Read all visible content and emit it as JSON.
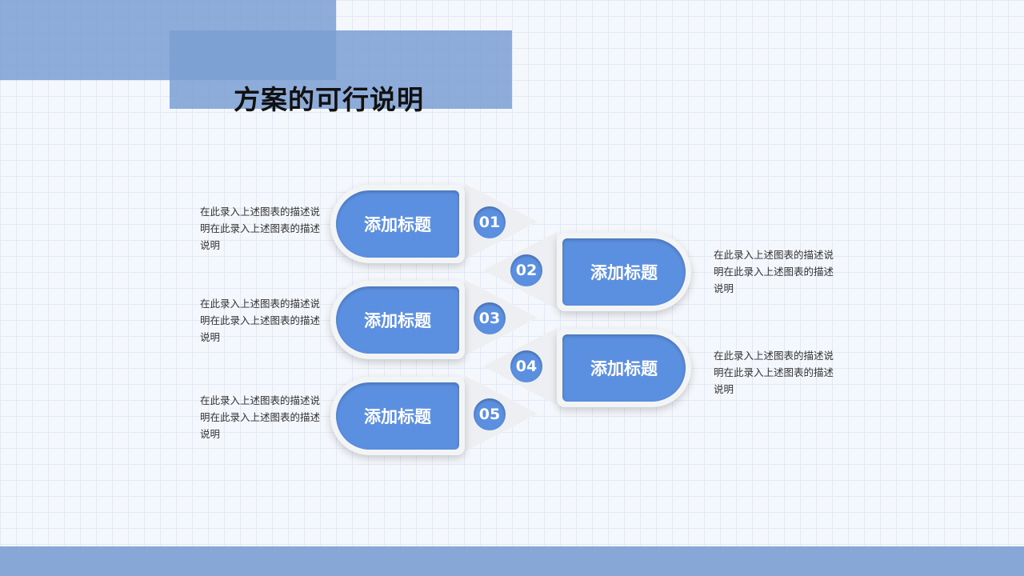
{
  "title": "方案的可行说明",
  "items": [
    {
      "num": "01",
      "label": "添加标题",
      "desc": "在此录入上述图表的描述说明在此录入上述图表的描述说明"
    },
    {
      "num": "02",
      "label": "添加标题",
      "desc": "在此录入上述图表的描述说明在此录入上述图表的描述说明"
    },
    {
      "num": "03",
      "label": "添加标题",
      "desc": "在此录入上述图表的描述说明在此录入上述图表的描述说明"
    },
    {
      "num": "04",
      "label": "添加标题",
      "desc": "在此录入上述图表的描述说明在此录入上述图表的描述说明"
    },
    {
      "num": "05",
      "label": "添加标题",
      "desc": "在此录入上述图表的描述说明在此录入上述图表的描述说明"
    }
  ],
  "colors": {
    "accent": "#5b8fe0",
    "banner": "#7b9fd2"
  }
}
